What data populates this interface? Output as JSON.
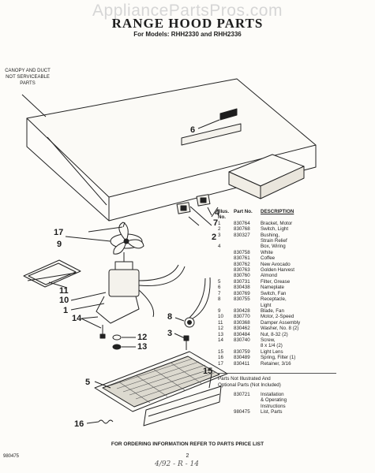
{
  "watermark": "AppliancePartsPros.com",
  "title": "RANGE HOOD PARTS",
  "subtitle": "For Models: RHH2330 and RHH2336",
  "canopy_note": [
    "CANOPY AND DUCT",
    "NOT SERVICEABLE",
    "PARTS"
  ],
  "callouts": [
    "6",
    "4",
    "7",
    "2",
    "17",
    "9",
    "11",
    "10",
    "1",
    "14",
    "8",
    "3",
    "12",
    "13",
    "5",
    "15",
    "16"
  ],
  "parts_table": {
    "headers": {
      "no": "Illus. No.",
      "part": "Part No.",
      "desc": "DESCRIPTION"
    },
    "rows": [
      {
        "no": "1",
        "part": "830764",
        "desc": "Bracket, Motor"
      },
      {
        "no": "2",
        "part": "830768",
        "desc": "Switch, Light"
      },
      {
        "no": "3",
        "part": "830327",
        "desc": "Bushing,"
      },
      {
        "no": "",
        "part": "",
        "desc": "Strain Relief"
      },
      {
        "no": "4",
        "part": "",
        "desc": "Box, Wiring"
      },
      {
        "no": "",
        "part": "830758",
        "desc": "White"
      },
      {
        "no": "",
        "part": "830761",
        "desc": "Coffee"
      },
      {
        "no": "",
        "part": "830762",
        "desc": "New Avocado"
      },
      {
        "no": "",
        "part": "830763",
        "desc": "Golden Harvest"
      },
      {
        "no": "",
        "part": "830760",
        "desc": "Almond"
      },
      {
        "no": "5",
        "part": "830731",
        "desc": "Filter, Grease"
      },
      {
        "no": "6",
        "part": "830438",
        "desc": "Nameplate"
      },
      {
        "no": "7",
        "part": "830769",
        "desc": "Switch, Fan"
      },
      {
        "no": "8",
        "part": "830755",
        "desc": "Receptacle,"
      },
      {
        "no": "",
        "part": "",
        "desc": "Light"
      },
      {
        "no": "9",
        "part": "830428",
        "desc": "Blade, Fan"
      },
      {
        "no": "10",
        "part": "830770",
        "desc": "Motor, 2-Speed"
      },
      {
        "no": "11",
        "part": "830368",
        "desc": "Damper Assembly"
      },
      {
        "no": "12",
        "part": "830462",
        "desc": "Washer, No. 8 (2)"
      },
      {
        "no": "13",
        "part": "830484",
        "desc": "Nut, 8-32 (2)"
      },
      {
        "no": "14",
        "part": "830740",
        "desc": "Screw,"
      },
      {
        "no": "",
        "part": "",
        "desc": "8 x 1/4 (2)"
      },
      {
        "no": "15",
        "part": "830759",
        "desc": "Light Lens"
      },
      {
        "no": "16",
        "part": "830489",
        "desc": "Spring, Filter (1)"
      },
      {
        "no": "17",
        "part": "830411",
        "desc": "Retainer, 3/16"
      }
    ],
    "not_illustrated_note": [
      "Parts Not Illustrated And",
      "Optional Parts (Not Included)"
    ],
    "extra_rows": [
      {
        "part": "830721",
        "desc": "Installation"
      },
      {
        "part": "",
        "desc": "& Operating"
      },
      {
        "part": "",
        "desc": "Instructions"
      },
      {
        "part": "980475",
        "desc": "List, Parts"
      }
    ]
  },
  "footer": "FOR ORDERING INFORMATION REFER TO PARTS PRICE LIST",
  "doc_number": "980475",
  "page_number": "2",
  "handwritten_note": "4/92 - R - 14"
}
